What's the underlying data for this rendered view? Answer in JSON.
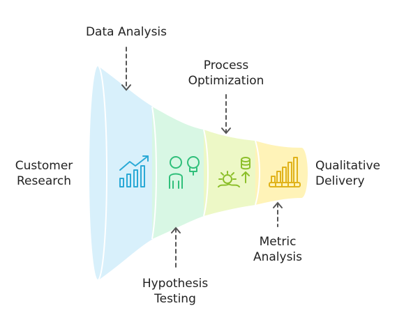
{
  "labels": {
    "customer_research": [
      "Customer",
      "Research"
    ],
    "data_analysis": "Data Analysis",
    "process_optimization": [
      "Process",
      "Optimization"
    ],
    "hypothesis_testing": [
      "Hypothesis",
      "Testing"
    ],
    "metric_analysis": [
      "Metric",
      "Analysis"
    ],
    "qualitative_delivery": [
      "Qualitative",
      "Delivery"
    ]
  },
  "colors": {
    "stage1_fill": "#d8f0fb",
    "stage1_stroke": "#2aa9d6",
    "stage2_fill": "#d8f7e4",
    "stage2_stroke": "#2fbf7a",
    "stage3_fill": "#edf8c6",
    "stage3_stroke": "#8cbf2a",
    "stage4_fill": "#fff3b8",
    "stage4_stroke": "#e0b21a",
    "arrow": "#555555"
  },
  "icons": [
    "growth-chart-icon",
    "two-people-ideas-icon",
    "gears-database-icon",
    "bar-chart-icon"
  ]
}
